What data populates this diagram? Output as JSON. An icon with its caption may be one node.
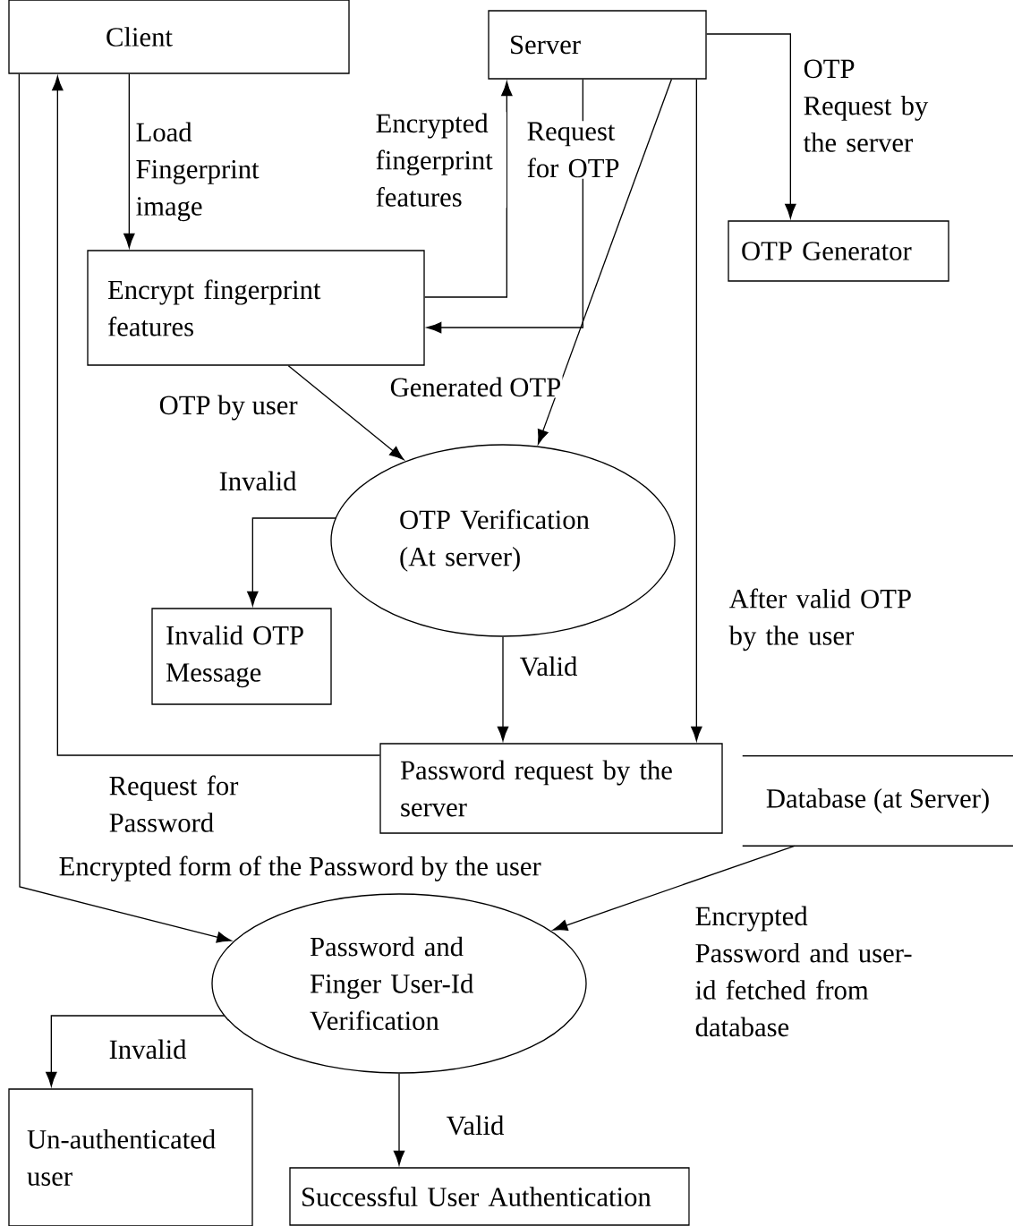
{
  "diagram": {
    "nodes": [
      {
        "text": [
          "Client"
        ]
      },
      {
        "text": [
          "Server"
        ]
      },
      {
        "text": [
          "OTP Generator"
        ]
      },
      {
        "text": [
          "Encrypt fingerprint features"
        ]
      },
      {
        "text": [
          "OTP Verification (At server)"
        ]
      },
      {
        "text": [
          "Invalid OTP Message"
        ]
      },
      {
        "text": [
          "Password request by the server"
        ]
      },
      {
        "text": [
          "Database (at Server)"
        ]
      },
      {
        "text": [
          "Password and Finger User-Id Verification"
        ]
      },
      {
        "text": [
          "Un-authenticated user"
        ]
      },
      {
        "text": [
          "Successful User Authentication"
        ]
      }
    ],
    "edges": [
      {
        "from": 0,
        "to": 3,
        "arrow": "to",
        "label": "Load Fingerprint image"
      },
      {
        "from": 3,
        "to": 1,
        "arrow": "to",
        "label": "Encrypted fingerprint features"
      },
      {
        "from": 1,
        "to": 3,
        "arrow": "to",
        "label": "Request for OTP"
      },
      {
        "from": 1,
        "to": 2,
        "arrow": "to",
        "label": "OTP Request by the server"
      },
      {
        "from": 3,
        "to": 4,
        "arrow": "to",
        "label": "OTP by user"
      },
      {
        "from": 1,
        "to": 4,
        "arrow": "to",
        "label": "Generated OTP"
      },
      {
        "from": 4,
        "to": 5,
        "arrow": "to",
        "label": "Invalid"
      },
      {
        "from": 4,
        "to": 6,
        "arrow": "to",
        "label": "Valid"
      },
      {
        "from": 1,
        "to": 6,
        "arrow": "to",
        "label": "After valid OTP by the user"
      },
      {
        "from": 6,
        "to": 0,
        "arrow": "to",
        "label": "Request for Password"
      },
      {
        "from": 0,
        "to": 8,
        "arrow": "to",
        "label": "Encrypted form of the Password by the user"
      },
      {
        "from": 7,
        "to": 8,
        "arrow": "to",
        "label": "Encrypted Password and user-id fetched from database"
      },
      {
        "from": 8,
        "to": 9,
        "arrow": "to",
        "label": "Invalid"
      },
      {
        "from": 8,
        "to": 10,
        "arrow": "to",
        "label": "Valid"
      }
    ]
  }
}
